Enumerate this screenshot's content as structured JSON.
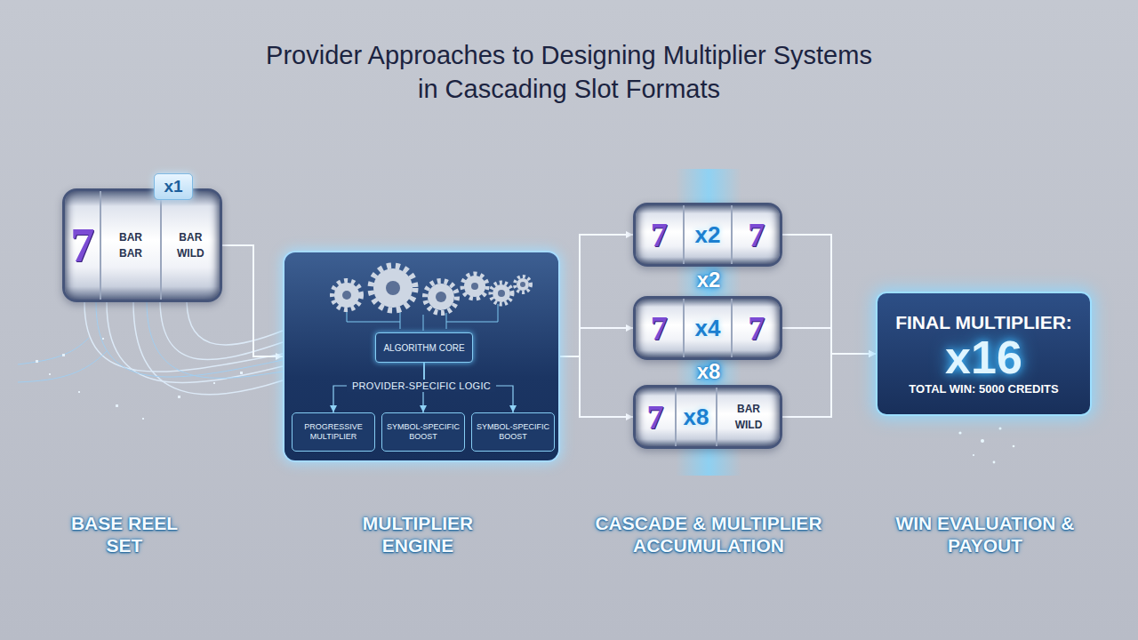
{
  "diagram": {
    "title": "Provider Approaches to Designing Multiplier Systems in Cascading Slot Formats",
    "nodes": [
      {
        "text": [
          "7",
          "BAR BAR",
          "BAR WILD"
        ]
      },
      {
        "text": [
          "x1"
        ],
        "in": 0
      },
      {
        "text": [
          "PROVIDER-SPECIFIC LOGIC"
        ]
      },
      {
        "text": [
          "ALGORITHM CORE"
        ],
        "in": 2
      },
      {
        "text": [
          "PROGRESSIVE MULTIPLIER"
        ],
        "in": 2
      },
      {
        "text": [
          "SYMBOL-SPECIFIC BOOST"
        ],
        "in": 2
      },
      {
        "text": [
          "SYMBOL-SPECIFIC BOOST"
        ],
        "in": 2
      },
      {
        "text": [
          "7",
          "x2",
          "7"
        ]
      },
      {
        "text": [
          "7",
          "x4",
          "7"
        ]
      },
      {
        "text": [
          "7",
          "x8",
          "BAR WILD"
        ]
      },
      {
        "text": [
          "FINAL MULTIPLIER:",
          "x16",
          "TOTAL WIN: 5000 CREDITS"
        ]
      }
    ],
    "edges": [
      {
        "from": 0,
        "to": 2,
        "arrow": "to"
      },
      {
        "from": 3,
        "to": 4,
        "arrow": "to"
      },
      {
        "from": 3,
        "to": 5,
        "arrow": "to"
      },
      {
        "from": 3,
        "to": 6,
        "arrow": "to"
      },
      {
        "from": 2,
        "to": 7,
        "arrow": "to"
      },
      {
        "from": 2,
        "to": 8,
        "arrow": "to"
      },
      {
        "from": 2,
        "to": 9,
        "arrow": "to"
      },
      {
        "from": 7,
        "to": 10,
        "arrow": "to"
      },
      {
        "from": 8,
        "to": 10,
        "arrow": "to"
      },
      {
        "from": 9,
        "to": 10,
        "arrow": "to"
      }
    ],
    "labels": [
      "x2",
      "x8",
      "BASE REEL SET",
      "MULTIPLIER ENGINE",
      "CASCADE & MULTIPLIER ACCUMULATION",
      "WIN EVALUATION & PAYOUT"
    ]
  }
}
